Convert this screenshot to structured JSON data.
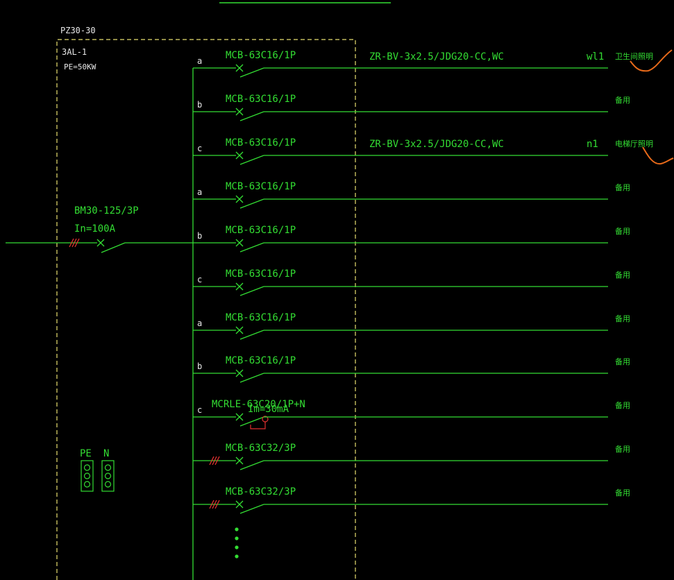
{
  "panel": {
    "model": "PZ30-30",
    "name": "3AL-1",
    "power": "PE=50KW"
  },
  "incoming": {
    "breaker": "BM30-125/3P",
    "rating": "In=100A"
  },
  "terminals": [
    "PE",
    "N"
  ],
  "circuits": [
    {
      "phase": "a",
      "breaker": "MCB-63C16/1P",
      "cable": "ZR-BV-3x2.5/JDG20-CC,WC",
      "id": "wl1",
      "load": "卫生间照明",
      "poles": 1
    },
    {
      "phase": "b",
      "breaker": "MCB-63C16/1P",
      "cable": "",
      "id": "",
      "load": "备用",
      "poles": 1
    },
    {
      "phase": "c",
      "breaker": "MCB-63C16/1P",
      "cable": "ZR-BV-3x2.5/JDG20-CC,WC",
      "id": "n1",
      "load": "电梯厅照明",
      "poles": 1
    },
    {
      "phase": "a",
      "breaker": "MCB-63C16/1P",
      "cable": "",
      "id": "",
      "load": "备用",
      "poles": 1
    },
    {
      "phase": "b",
      "breaker": "MCB-63C16/1P",
      "cable": "",
      "id": "",
      "load": "备用",
      "poles": 1
    },
    {
      "phase": "c",
      "breaker": "MCB-63C16/1P",
      "cable": "",
      "id": "",
      "load": "备用",
      "poles": 1
    },
    {
      "phase": "a",
      "breaker": "MCB-63C16/1P",
      "cable": "",
      "id": "",
      "load": "备用",
      "poles": 1
    },
    {
      "phase": "b",
      "breaker": "MCB-63C16/1P",
      "cable": "",
      "id": "",
      "load": "备用",
      "poles": 1
    },
    {
      "phase": "c",
      "breaker": "MCRLE-63C20/1P+N",
      "sub": "Im=30mA",
      "cable": "",
      "id": "",
      "load": "备用",
      "poles": 1,
      "rcd": true
    },
    {
      "phase": "",
      "breaker": "MCB-63C32/3P",
      "cable": "",
      "id": "",
      "load": "备用",
      "poles": 3
    },
    {
      "phase": "",
      "breaker": "MCB-63C32/3P",
      "cable": "",
      "id": "",
      "load": "备用",
      "poles": 3
    }
  ],
  "colors": {
    "line": "#33dd33",
    "frame": "#e8e070",
    "text": "#33dd33",
    "label": "#e8e8e8",
    "annotation": "#e86a1a",
    "background": "#000000"
  }
}
